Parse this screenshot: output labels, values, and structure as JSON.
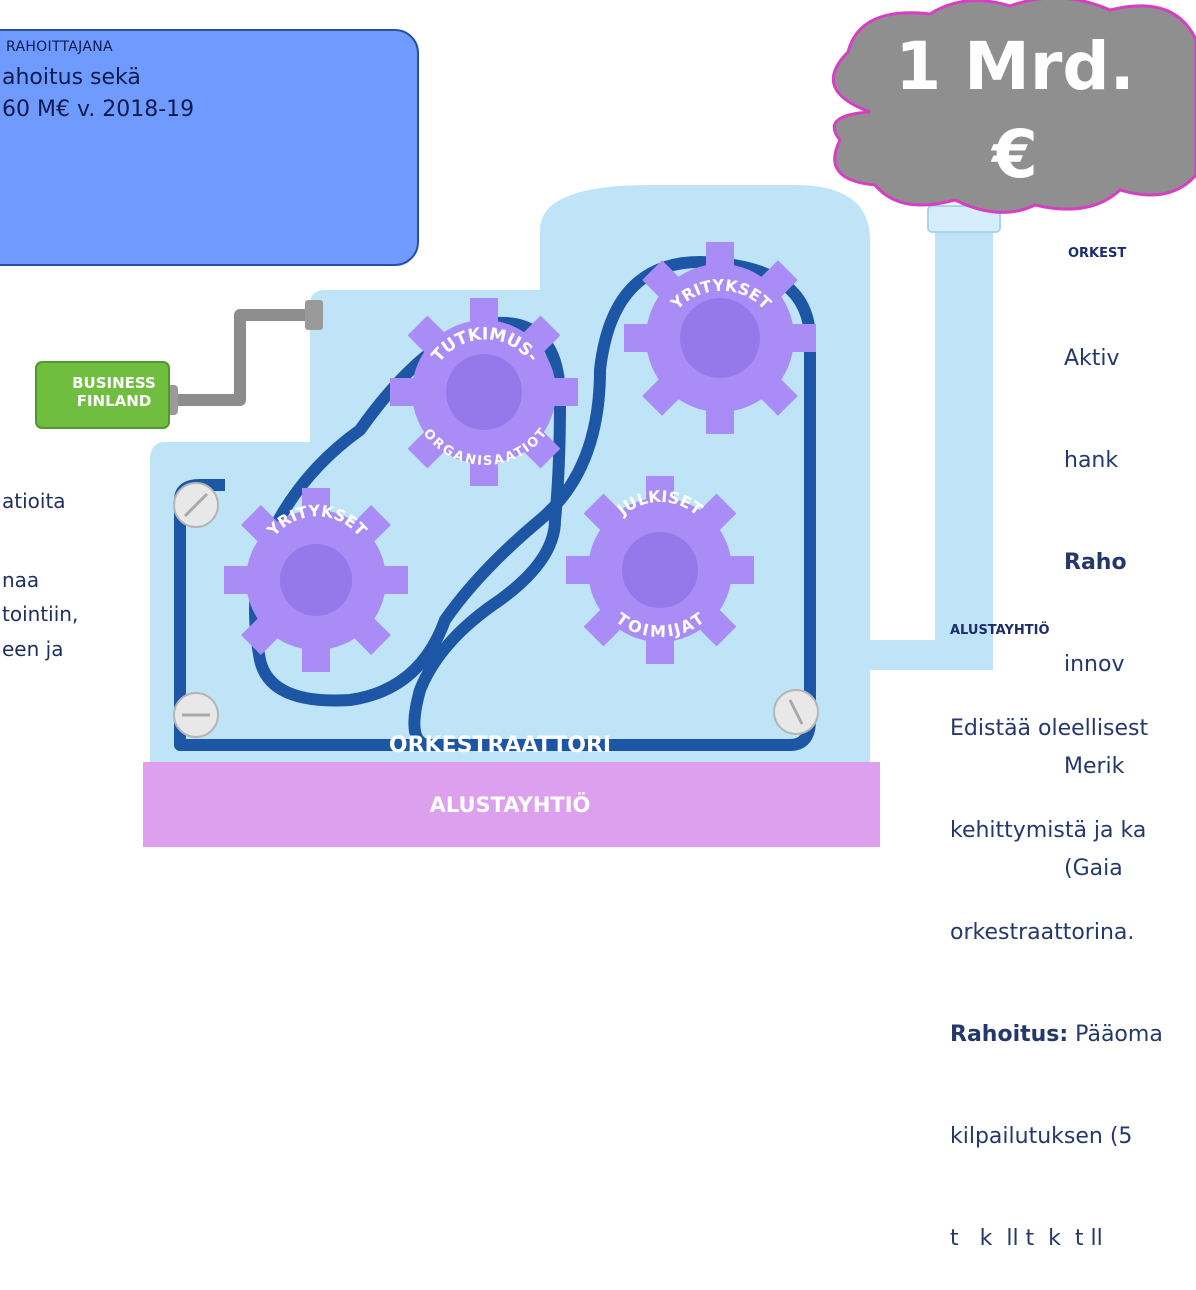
{
  "funder": {
    "tag": "RAHOITTAJANA",
    "line1": "ahoitus sekä",
    "line2": "60 M€ v. 2018-19"
  },
  "crank_label": "BUSINESS\nFINLAND",
  "left_text": [
    "atioita",
    "naa",
    "tointiin,",
    "een ja"
  ],
  "cloud": {
    "line1": "1 Mrd.",
    "line2": "€"
  },
  "gears": {
    "left": "YRITYKSET",
    "center_top": "TUTKIMUS-",
    "center_bottom": "ORGANISAATIOT",
    "right_top": "YRITYKSET",
    "right_bottom_top": "JULKISET",
    "right_bottom_bottom": "TOIMIJAT"
  },
  "machine_banner": "ORKESTRAATTORI",
  "base_banner": "ALUSTAYHTIÖ",
  "orkestraattori_panel": {
    "label": "ORKEST",
    "lines": [
      "Aktiv",
      "hank",
      "Raho",
      "innov",
      "Merik",
      "(Gaia"
    ]
  },
  "alusta_panel": {
    "label": "ALUSTAYHTIÖ",
    "lines": [
      "Edistää oleellisest",
      "kehittymistä ja ka",
      "orkestraattorina."
    ],
    "funding_label": "Rahoitus:",
    "funding_rest": " Pääoma",
    "line5": "kilpailutuksen (5 ",
    "line6": "t   k  ll t  k  t ll"
  },
  "colors": {
    "machine": "#bfe3f7",
    "belt": "#1e56a6",
    "gear": "#a98cf6",
    "base": "#dca0ef",
    "cloud": "#8f8f8f",
    "funder_box": "#6f9bff",
    "crank_box": "#6fbe3f"
  }
}
